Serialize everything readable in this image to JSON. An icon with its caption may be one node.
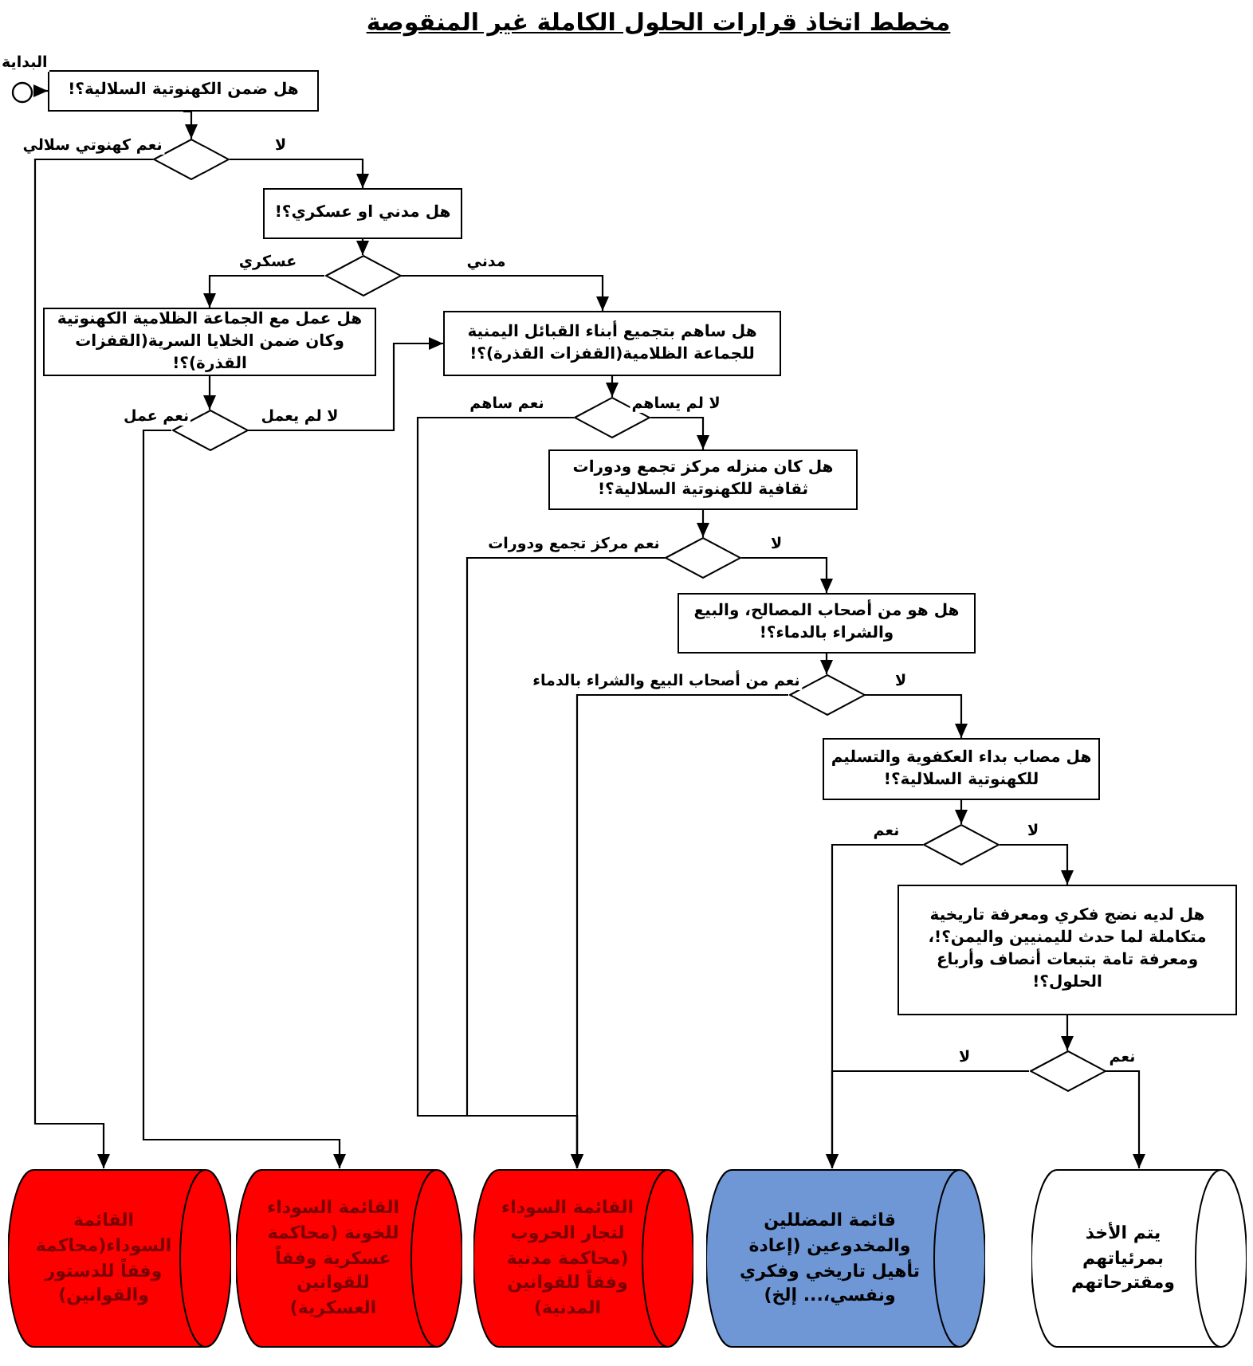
{
  "diagram": {
    "title": "مخطط اتخاذ قرارات الحلول الكاملة غير المنقوصة",
    "nodes": [
      {
        "text": [],
        "shape": "circle"
      },
      {
        "text": [
          "هل ضمن الكهنوتية السلالية؟!"
        ]
      },
      {
        "text": [],
        "shape": "diamond"
      },
      {
        "text": [
          "هل مدني او عسكري؟!"
        ]
      },
      {
        "text": [],
        "shape": "diamond"
      },
      {
        "text": [
          "هل عمل مع الجماعة الظلامية الكهنوتية وكان ضمن الخلايا السرية(القفزات القذرة)؟!"
        ]
      },
      {
        "text": [
          "هل ساهم بتجميع أبناء القبائل اليمنية للجماعة الظلامية(القفزات القذرة)؟!"
        ]
      },
      {
        "text": [],
        "shape": "diamond"
      },
      {
        "text": [],
        "shape": "diamond"
      },
      {
        "text": [
          "هل كان منزله مركز تجمع ودورات ثقافية للكهنوتية السلالية؟!"
        ]
      },
      {
        "text": [],
        "shape": "diamond"
      },
      {
        "text": [
          "هل هو من أصحاب المصالح، والبيع والشراء بالدماء؟!"
        ]
      },
      {
        "text": [],
        "shape": "diamond"
      },
      {
        "text": [
          "هل مصاب بداء العكفوية والتسليم للكهنوتية السلالية؟!"
        ]
      },
      {
        "text": [],
        "shape": "diamond"
      },
      {
        "text": [
          "هل لديه نضج فكري ومعرفة تاريخية متكاملة لما حدث لليمنيين واليمن؟!، ومعرفة تامة بتبعات أنصاف وأرباع الحلول؟!"
        ]
      },
      {
        "text": [],
        "shape": "diamond"
      },
      {
        "text": [
          "القائمة السوداء(محاكمة وفقاً للدستور والقوانين)"
        ]
      },
      {
        "text": [
          "القائمة السوداء للخونة (محاكمة عسكرية وفقاً للقوانين العسكرية)"
        ]
      },
      {
        "text": [
          "القائمة السوداء لتجار الحروب (محاكمة مدنية وفقاً للقوانين المدنية)"
        ]
      },
      {
        "text": [
          "قائمة المضللين والمخدوعين (إعادة تأهيل تاريخي وفكري ونفسي،... إلخ)"
        ]
      },
      {
        "text": [
          "يتم الأخذ بمرئياتهم ومقترحاتهم"
        ]
      }
    ],
    "edges": [
      {
        "from": 0,
        "to": 1,
        "arrow": "to"
      },
      {
        "from": 1,
        "to": 2,
        "arrow": "to"
      },
      {
        "from": 2,
        "to": 17,
        "arrow": "to",
        "label": "نعم كهنوتي سلالي"
      },
      {
        "from": 2,
        "to": 3,
        "arrow": "to",
        "label": "لا"
      },
      {
        "from": 3,
        "to": 4,
        "arrow": "to"
      },
      {
        "from": 4,
        "to": 5,
        "arrow": "to",
        "label": "عسكري"
      },
      {
        "from": 4,
        "to": 6,
        "arrow": "to",
        "label": "مدني"
      },
      {
        "from": 5,
        "to": 7,
        "arrow": "to"
      },
      {
        "from": 6,
        "to": 8,
        "arrow": "to"
      },
      {
        "from": 7,
        "to": 18,
        "arrow": "to",
        "label": "نعم عمل"
      },
      {
        "from": 7,
        "to": 6,
        "arrow": "to",
        "label": "لا لم يعمل"
      },
      {
        "from": 8,
        "to": 19,
        "arrow": "to",
        "label": "نعم ساهم"
      },
      {
        "from": 8,
        "to": 9,
        "arrow": "to",
        "label": "لا لم يساهم"
      },
      {
        "from": 9,
        "to": 10,
        "arrow": "to"
      },
      {
        "from": 10,
        "to": 19,
        "arrow": "to",
        "label": "نعم مركز تجمع ودورات"
      },
      {
        "from": 10,
        "to": 11,
        "arrow": "to",
        "label": "لا"
      },
      {
        "from": 11,
        "to": 12,
        "arrow": "to"
      },
      {
        "from": 12,
        "to": 19,
        "arrow": "to",
        "label": "نعم من أصحاب البيع والشراء بالدماء"
      },
      {
        "from": 12,
        "to": 13,
        "arrow": "to",
        "label": "لا"
      },
      {
        "from": 13,
        "to": 14,
        "arrow": "to"
      },
      {
        "from": 14,
        "to": 20,
        "arrow": "to",
        "label": "نعم"
      },
      {
        "from": 14,
        "to": 15,
        "arrow": "to",
        "label": "لا"
      },
      {
        "from": 15,
        "to": 16,
        "arrow": "to"
      },
      {
        "from": 16,
        "to": 20,
        "arrow": "to",
        "label": "لا"
      },
      {
        "from": 16,
        "to": 21,
        "arrow": "to",
        "label": "نعم"
      }
    ],
    "labels": [
      "البداية"
    ]
  }
}
